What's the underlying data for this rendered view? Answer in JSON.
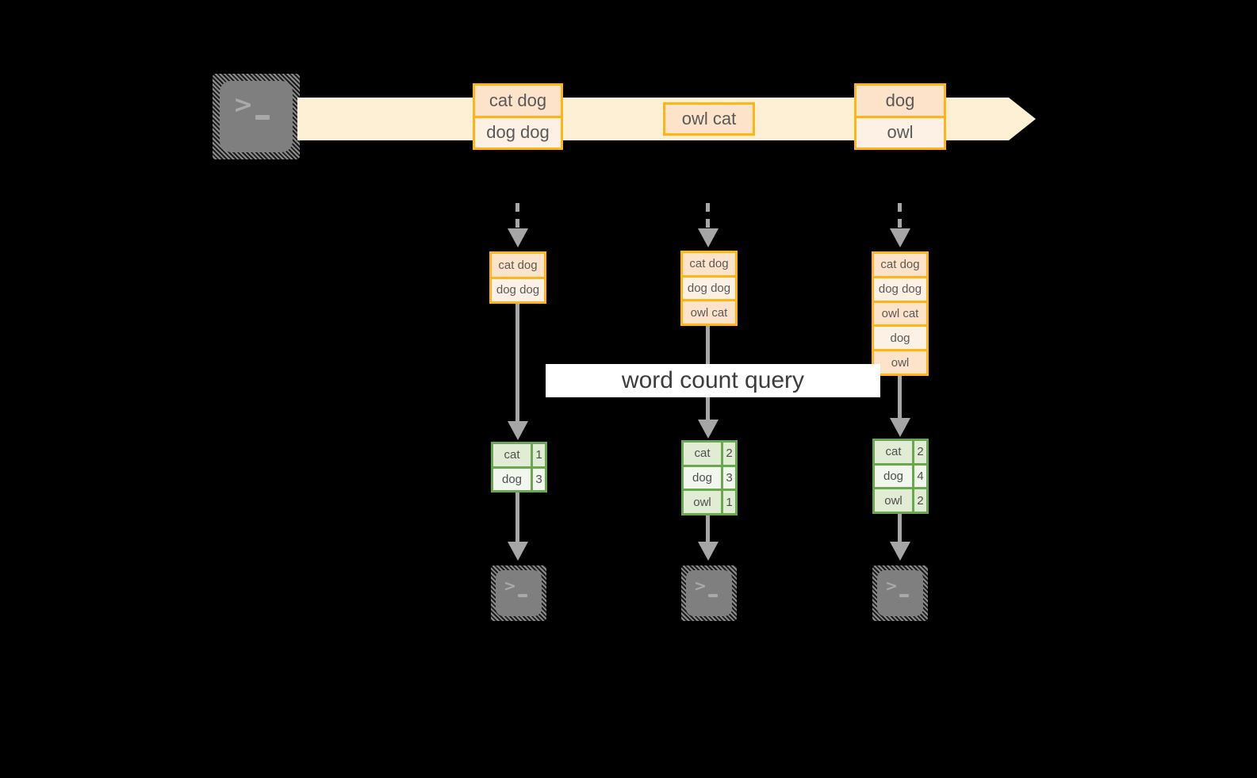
{
  "diagram": {
    "title_label": "word count query",
    "colors": {
      "background": "#000000",
      "stream_band": "#fdf0d5",
      "record_border": "#ffb515",
      "record_fill_dark": "#fce3ca",
      "record_fill_light": "#fdf1e5",
      "result_border": "#6aa84f",
      "result_fill_dark": "#e0edd4",
      "result_fill_light": "#f1f7ec",
      "connector": "#a6a6a6",
      "terminal_body": "#7f7f7f",
      "terminal_glyph": "#a9a9a9",
      "banner_bg": "#ffffff"
    },
    "source": {
      "icon": "terminal-icon",
      "prompt_glyph": ">",
      "cursor_glyph": "_"
    },
    "stream": {
      "groups": [
        {
          "rows": [
            "cat dog",
            "dog dog"
          ]
        },
        {
          "rows": [
            "owl cat"
          ]
        },
        {
          "rows": [
            "dog",
            "owl"
          ]
        }
      ]
    },
    "columns": [
      {
        "batch": {
          "rows": [
            "cat dog",
            "dog dog"
          ]
        },
        "result": {
          "rows": [
            {
              "word": "cat",
              "count": "1"
            },
            {
              "word": "dog",
              "count": "3"
            }
          ]
        },
        "sink": {
          "icon": "terminal-icon",
          "prompt_glyph": ">",
          "cursor_glyph": "_"
        }
      },
      {
        "batch": {
          "rows": [
            "cat dog",
            "dog dog",
            "owl cat"
          ]
        },
        "result": {
          "rows": [
            {
              "word": "cat",
              "count": "2"
            },
            {
              "word": "dog",
              "count": "3"
            },
            {
              "word": "owl",
              "count": "1"
            }
          ]
        },
        "sink": {
          "icon": "terminal-icon",
          "prompt_glyph": ">",
          "cursor_glyph": "_"
        }
      },
      {
        "batch": {
          "rows": [
            "cat dog",
            "dog dog",
            "owl cat",
            "dog",
            "owl"
          ]
        },
        "result": {
          "rows": [
            {
              "word": "cat",
              "count": "2"
            },
            {
              "word": "dog",
              "count": "4"
            },
            {
              "word": "owl",
              "count": "2"
            }
          ]
        },
        "sink": {
          "icon": "terminal-icon",
          "prompt_glyph": ">",
          "cursor_glyph": "_"
        }
      }
    ]
  }
}
